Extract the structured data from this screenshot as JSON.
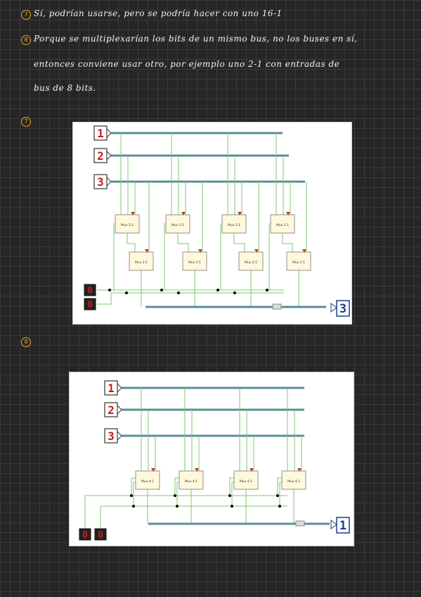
{
  "lines": {
    "l1_marker": "7",
    "l1_text": "Sí, podrían usarse, pero se podría hacer con uno 16-1",
    "l2_marker": "8",
    "l2_text": "Porque se multiplexarían los bits de un mismo bus, no los buses en sí,",
    "l3_text": "entonces conviene usar otro, por ejemplo uno 2-1 con entradas de",
    "l4_text": "bus de 8 bits."
  },
  "section_a": {
    "marker": "7",
    "inputs": [
      "1",
      "2",
      "3"
    ],
    "selects": [
      "0",
      "0"
    ],
    "mux_label": "Mux 2:1",
    "output": "3"
  },
  "section_b": {
    "marker": "8",
    "inputs": [
      "1",
      "2",
      "3"
    ],
    "selects": [
      "0",
      "0"
    ],
    "mux_label": "Mux 4:1",
    "output": "1"
  },
  "colors": {
    "marker": "#f0a318",
    "bus": "#5b8e96",
    "wire": "#7cc86f",
    "mux_fill": "#fff8dc",
    "led": "#cc1a1a"
  }
}
